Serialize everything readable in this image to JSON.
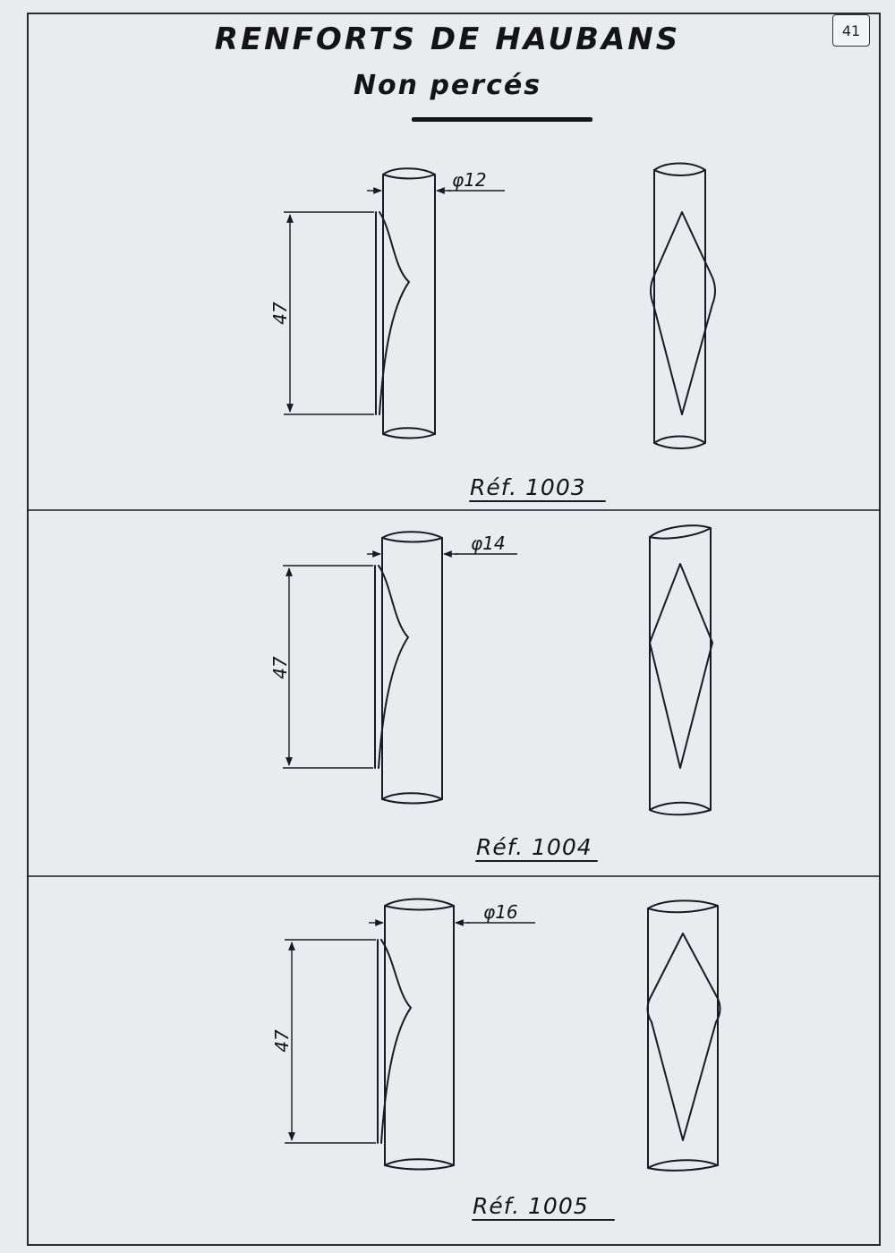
{
  "page_number": "41",
  "title": "RENFORTS DE HAUBANS",
  "subtitle": "Non percés",
  "parts": [
    {
      "reference": "Réf. 1003",
      "diameter": "φ12",
      "length": "47"
    },
    {
      "reference": "Réf. 1004",
      "diameter": "φ14",
      "length": "47"
    },
    {
      "reference": "Réf. 1005",
      "diameter": "φ16",
      "length": "47"
    }
  ]
}
